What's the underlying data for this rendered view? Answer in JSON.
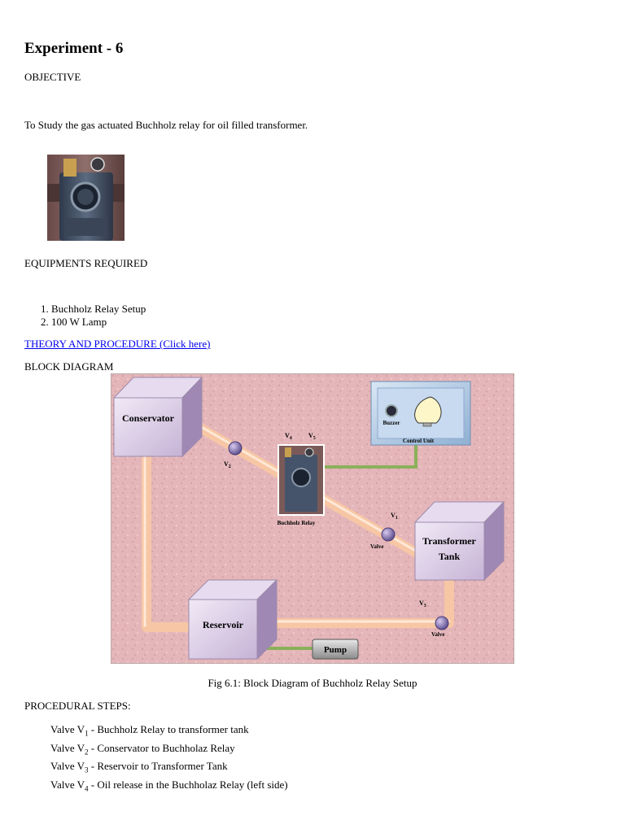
{
  "title": "Experiment - 6",
  "objective_heading": "OBJECTIVE",
  "objective_text": "To Study the gas actuated Buchholz relay for oil filled transformer.",
  "equipment_heading": "EQUIPMENTS REQUIRED",
  "equipment_items": [
    "Buchholz Relay Setup",
    "100 W Lamp"
  ],
  "theory_link": "THEORY AND PROCEDURE (Click here)",
  "block_diagram_heading": "BLOCK DIAGRAM",
  "diagram": {
    "conservator": "Conservator",
    "transformer_line1": "Transformer",
    "transformer_line2": "Tank",
    "reservoir": "Reservoir",
    "pump": "Pump",
    "control_unit": "Control Unit",
    "buzzer": "Buzzer",
    "buchholz_relay": "Buchholz Relay",
    "valve_label_1": "Valve",
    "valve_label_2": "Valve",
    "v1": "V",
    "v1_sub": "1",
    "v2": "V",
    "v2_sub": "2",
    "v3": "V",
    "v3_sub": "3",
    "v4": "V",
    "v4_sub": "4",
    "v5": "V",
    "v5_sub": "5"
  },
  "caption": "Fig 6.1: Block Diagram of Buchholz Relay Setup",
  "procedural_heading": "PROCEDURAL STEPS:",
  "steps": [
    {
      "prefix": "Valve V",
      "sub": "1",
      "text": " - Buchholz Relay to transformer tank"
    },
    {
      "prefix": "Valve V",
      "sub": "2",
      "text": " - Conservator to Buchholaz Relay"
    },
    {
      "prefix": "Valve V",
      "sub": "3",
      "text": " - Reservoir to Transformer Tank"
    },
    {
      "prefix": "Valve V",
      "sub": "4",
      "text": " - Oil release in the Buchholaz Relay (left side)"
    }
  ]
}
